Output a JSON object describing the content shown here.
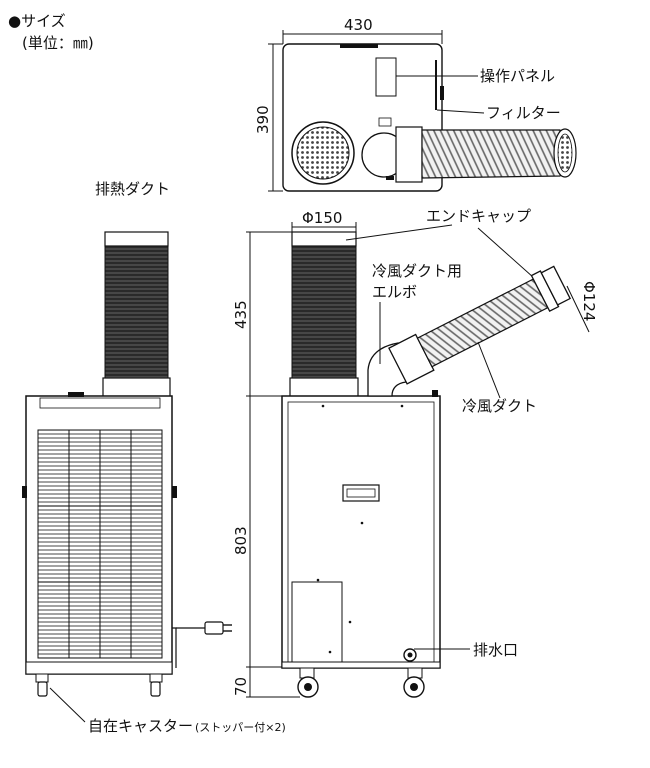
{
  "heading": {
    "title": "●サイズ",
    "unit": "(単位：㎜)"
  },
  "dimensions": {
    "top_width": "430",
    "top_depth": "390",
    "exhaust_diameter": "Φ150",
    "duct_height": "435",
    "body_height": "803",
    "caster_height": "70",
    "cold_diameter": "Φ124"
  },
  "labels": {
    "control_panel": "操作パネル",
    "filter": "フィルター",
    "exhaust_duct": "排熱ダクト",
    "end_cap": "エンドキャップ",
    "elbow_line1": "冷風ダクト用",
    "elbow_line2": "エルボ",
    "cold_duct": "冷風ダクト",
    "drain": "排水口",
    "caster_main": "自在キャスター",
    "caster_note": "(ストッパー付×2)"
  },
  "colors": {
    "line": "#111111",
    "duct_dark": "#2a2a2a",
    "duct_mid": "#555555",
    "grille": "#777777",
    "body_fill": "#ffffff"
  },
  "icons": {
    "bullet": "black-circle-icon",
    "plug": "power-plug-icon",
    "caster": "caster-wheel-icon"
  }
}
